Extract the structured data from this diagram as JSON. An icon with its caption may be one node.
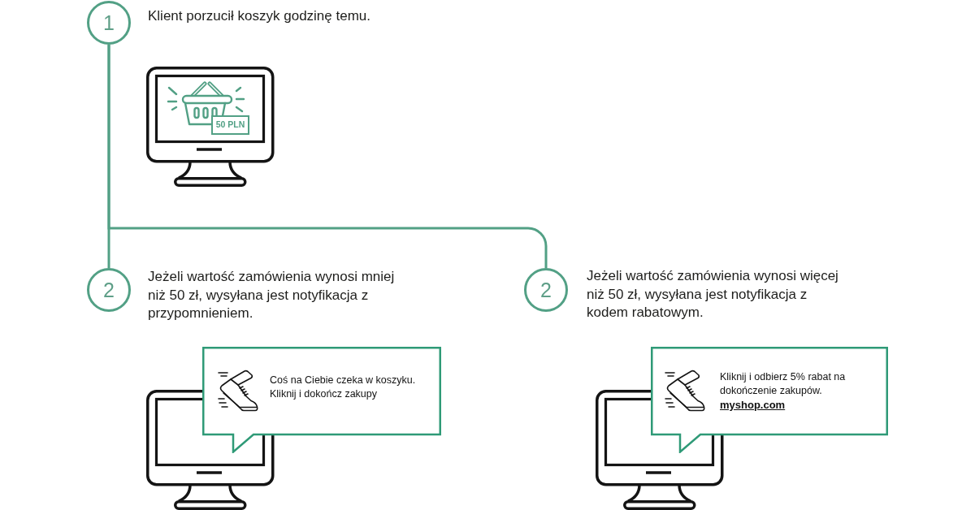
{
  "diagram": {
    "nodes": [
      {
        "text": [
          "1"
        ],
        "beside": [
          "Klient porzucił koszyk godzinę temu."
        ]
      },
      {
        "text": [
          "2"
        ],
        "beside": [
          "Jeżeli wartość zamówienia wynosi mniej niż 50 zł, wysyłana jest notyfikacja z przypomnieniem."
        ]
      },
      {
        "text": [
          "2"
        ],
        "beside": [
          "Jeżeli wartość zamówienia wynosi więcej niż 50 zł, wysyłana jest notyfikacja z kodem rabatowym."
        ]
      },
      {
        "text": [
          "Coś na Ciebie czeka w koszyku. Kliknij i dokończ zakupy"
        ]
      },
      {
        "text": [
          "Kliknij i odbierz 5% rabat na dokończenie zakupów.",
          "myshop.com"
        ]
      }
    ],
    "edges": [
      {
        "from": 0,
        "to": 1,
        "arrow": "none"
      },
      {
        "from": 0,
        "to": 2,
        "arrow": "none"
      }
    ],
    "labels": [
      "50 PLN"
    ]
  }
}
